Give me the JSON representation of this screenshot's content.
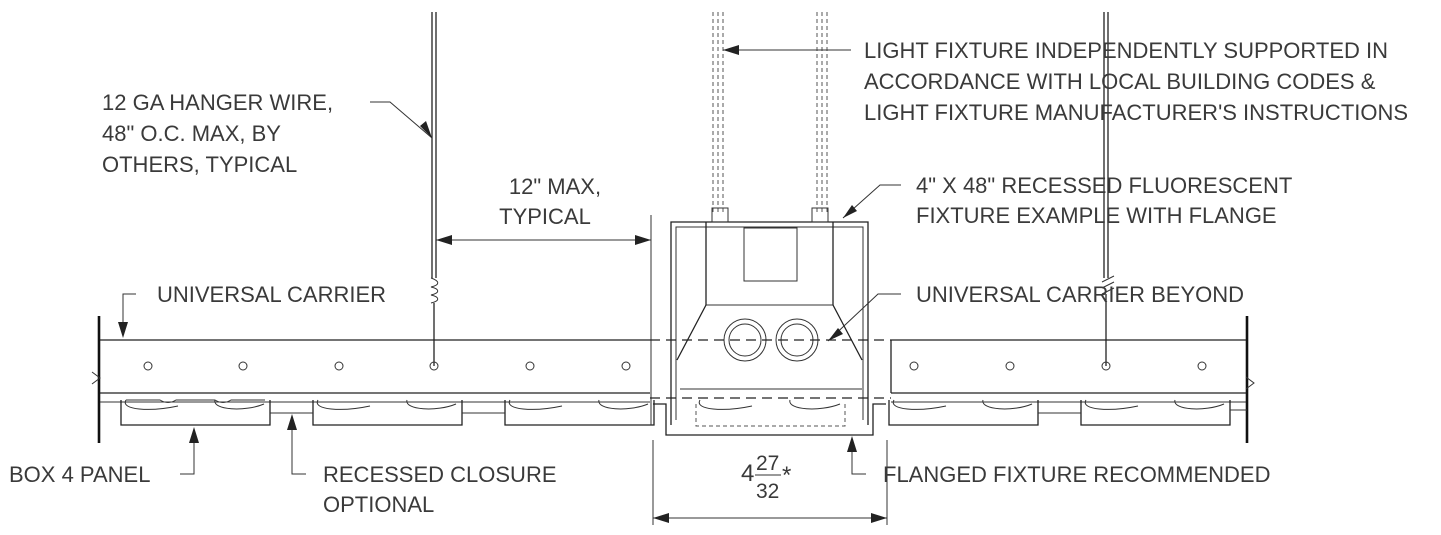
{
  "labels": {
    "hanger_wire_1": "12 GA HANGER WIRE,",
    "hanger_wire_2": "48\" O.C. MAX, BY",
    "hanger_wire_3": "OTHERS, TYPICAL",
    "max_spacing_1": "12\" MAX,",
    "max_spacing_2": "TYPICAL",
    "fixture_support_1": "LIGHT FIXTURE INDEPENDENTLY SUPPORTED IN",
    "fixture_support_2": "ACCORDANCE WITH LOCAL BUILDING CODES &",
    "fixture_support_3": "LIGHT FIXTURE MANUFACTURER'S INSTRUCTIONS",
    "fixture_example_1": "4\" X 48\" RECESSED FLUORESCENT",
    "fixture_example_2": "FIXTURE EXAMPLE WITH FLANGE",
    "universal_carrier": "UNIVERSAL CARRIER",
    "universal_carrier_beyond": "UNIVERSAL CARRIER BEYOND",
    "box_panel": "BOX 4 PANEL",
    "recessed_closure_1": "RECESSED CLOSURE",
    "recessed_closure_2": "OPTIONAL",
    "flanged_fixture": "FLANGED FIXTURE RECOMMENDED"
  },
  "dimension": {
    "whole": "4",
    "numerator": "27",
    "denominator": "32",
    "mark": "*"
  }
}
